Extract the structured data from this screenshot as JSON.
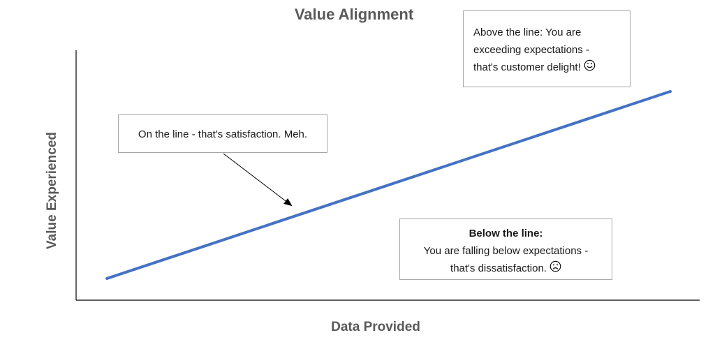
{
  "diagram": {
    "title": "Value Alignment",
    "x_axis_label": "Data Provided",
    "y_axis_label": "Value Experienced",
    "line_color": "#4472c4",
    "axis_color": "#000000",
    "callouts": {
      "above": {
        "line1": "Above the line: You are",
        "line2": "exceeding expectations -",
        "line3": "that's customer delight!",
        "icon": "winking-smile-emoji"
      },
      "on": {
        "text": "On the line - that's satisfaction. Meh."
      },
      "below": {
        "heading": "Below the line:",
        "line1": "You are falling below expectations -",
        "line2": "that's dissatisfaction.",
        "icon": "frowning-face-emoji"
      }
    }
  }
}
